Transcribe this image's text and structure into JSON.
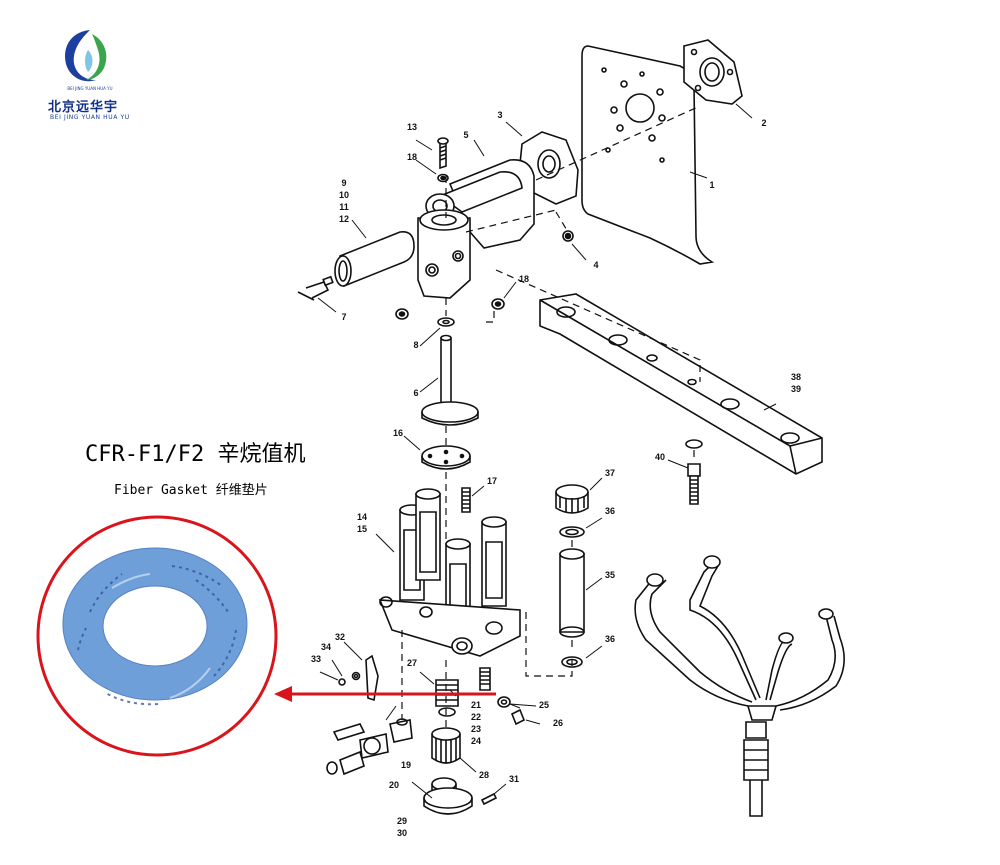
{
  "brand": {
    "name_cn": "北京远华宇",
    "name_en": "BEI JING YUAN HUA YU",
    "logo_small_text": "BEI JING YUAN HUA YU"
  },
  "title": "CFR-F1/F2 辛烷值机",
  "subtitle": "Fiber Gasket 纤维垫片",
  "callouts": [
    {
      "id": "c1",
      "label": "1"
    },
    {
      "id": "c2",
      "label": "2"
    },
    {
      "id": "c3",
      "label": "3"
    },
    {
      "id": "c4",
      "label": "4"
    },
    {
      "id": "c5",
      "label": "5"
    },
    {
      "id": "c6",
      "label": "6"
    },
    {
      "id": "c7",
      "label": "7"
    },
    {
      "id": "c8",
      "label": "8"
    },
    {
      "id": "c9",
      "label": "9"
    },
    {
      "id": "c10",
      "label": "10"
    },
    {
      "id": "c11",
      "label": "11"
    },
    {
      "id": "c12",
      "label": "12"
    },
    {
      "id": "c13",
      "label": "13"
    },
    {
      "id": "c14",
      "label": "14"
    },
    {
      "id": "c15",
      "label": "15"
    },
    {
      "id": "c16",
      "label": "16"
    },
    {
      "id": "c17",
      "label": "17"
    },
    {
      "id": "c18a",
      "label": "18"
    },
    {
      "id": "c18b",
      "label": "18"
    },
    {
      "id": "c19",
      "label": "19"
    },
    {
      "id": "c20",
      "label": "20"
    },
    {
      "id": "c21",
      "label": "21"
    },
    {
      "id": "c22",
      "label": "22"
    },
    {
      "id": "c23",
      "label": "23"
    },
    {
      "id": "c24",
      "label": "24"
    },
    {
      "id": "c25",
      "label": "25"
    },
    {
      "id": "c26",
      "label": "26"
    },
    {
      "id": "c27",
      "label": "27"
    },
    {
      "id": "c28",
      "label": "28"
    },
    {
      "id": "c29",
      "label": "29"
    },
    {
      "id": "c30",
      "label": "30"
    },
    {
      "id": "c31",
      "label": "31"
    },
    {
      "id": "c32",
      "label": "32"
    },
    {
      "id": "c33",
      "label": "33"
    },
    {
      "id": "c34",
      "label": "34"
    },
    {
      "id": "c35",
      "label": "35"
    },
    {
      "id": "c36a",
      "label": "36"
    },
    {
      "id": "c36b",
      "label": "36"
    },
    {
      "id": "c37",
      "label": "37"
    },
    {
      "id": "c38",
      "label": "38"
    },
    {
      "id": "c39",
      "label": "39"
    },
    {
      "id": "c40",
      "label": "40"
    }
  ],
  "colors": {
    "highlight_circle": "#d9141b",
    "arrow": "#d9141b",
    "gasket": "#6f9fd8",
    "gasket_dark": "#2c4f9e",
    "line": "#111111",
    "logo_blue": "#0f2e8c",
    "logo_green": "#3aa54a"
  }
}
